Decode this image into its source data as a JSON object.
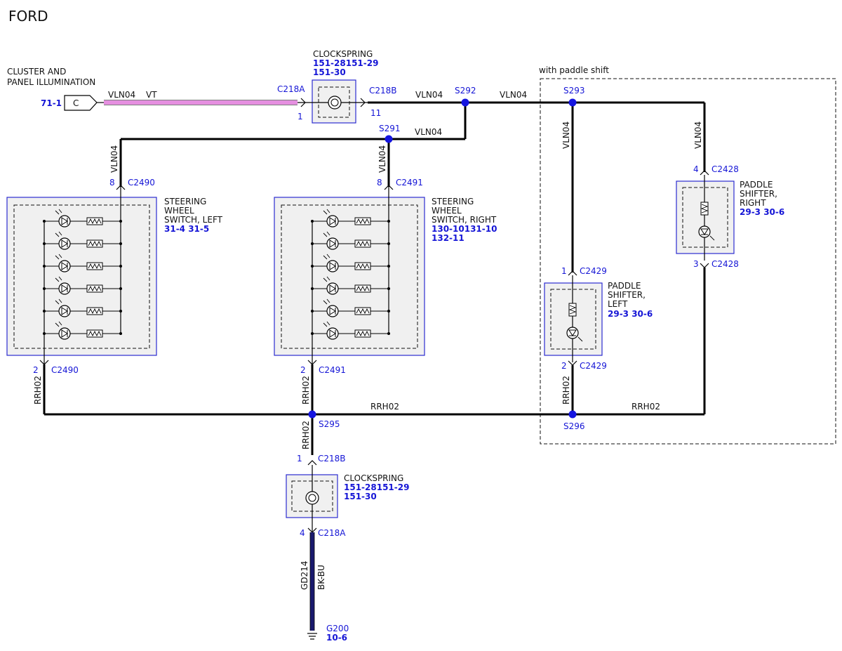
{
  "title": "FORD",
  "source": {
    "label_line1": "CLUSTER AND",
    "label_line2": "PANEL ILLUMINATION",
    "ref": "71-1",
    "connector_letter": "C",
    "wire_name": "VLN04",
    "wire_color": "VT"
  },
  "clockspring_top": {
    "name": "CLOCKSPRING",
    "ref_line1": "151-28151-29",
    "ref_line2": "151-30",
    "conn_in": "C218A",
    "conn_in_pin": "1",
    "conn_out": "C218B",
    "conn_out_pin": "11"
  },
  "clockspring_bottom": {
    "name": "CLOCKSPRING",
    "ref_line1": "151-28151-29",
    "ref_line2": "151-30",
    "conn_in": "C218B",
    "conn_in_pin": "1",
    "conn_out": "C218A",
    "conn_out_pin": "4"
  },
  "wires": {
    "vln04": "VLN04",
    "rrh02": "RRH02",
    "ground_wire": "GD214",
    "ground_color": "BK-BU"
  },
  "splices": {
    "s292": "S292",
    "s293": "S293",
    "s291": "S291",
    "s295": "S295",
    "s296": "S296"
  },
  "paddle_region_label": "with paddle shift",
  "switch_left": {
    "name_line1": "STEERING",
    "name_line2": "WHEEL",
    "name_line3": "SWITCH, LEFT",
    "ref": "31-4   31-5",
    "top_conn": "C2490",
    "top_pin": "8",
    "bottom_conn": "C2490",
    "bottom_pin": "2"
  },
  "switch_right": {
    "name_line1": "STEERING",
    "name_line2": "WHEEL",
    "name_line3": "SWITCH, RIGHT",
    "ref_line1": "130-10131-10",
    "ref_line2": "132-11",
    "top_conn": "C2491",
    "top_pin": "8",
    "bottom_conn": "C2491",
    "bottom_pin": "2"
  },
  "paddle_left": {
    "name_line1": "PADDLE",
    "name_line2": "SHIFTER,",
    "name_line3": "LEFT",
    "ref": "29-3   30-6",
    "top_conn": "C2429",
    "top_pin": "1",
    "bottom_conn": "C2429",
    "bottom_pin": "2"
  },
  "paddle_right": {
    "name_line1": "PADDLE",
    "name_line2": "SHIFTER,",
    "name_line3": "RIGHT",
    "ref": "29-3   30-6",
    "top_conn": "C2428",
    "top_pin": "4",
    "bottom_conn": "C2428",
    "bottom_pin": "3"
  },
  "ground": {
    "name": "G200",
    "ref": "10-6"
  },
  "colors": {
    "wire_black": "#000000",
    "wire_violet": "#e58fe0",
    "label_blue": "#1515d6",
    "box_border": "#2b2bd0",
    "box_fill": "#f0f0f0",
    "ground_wire": "#1a1a6e"
  }
}
